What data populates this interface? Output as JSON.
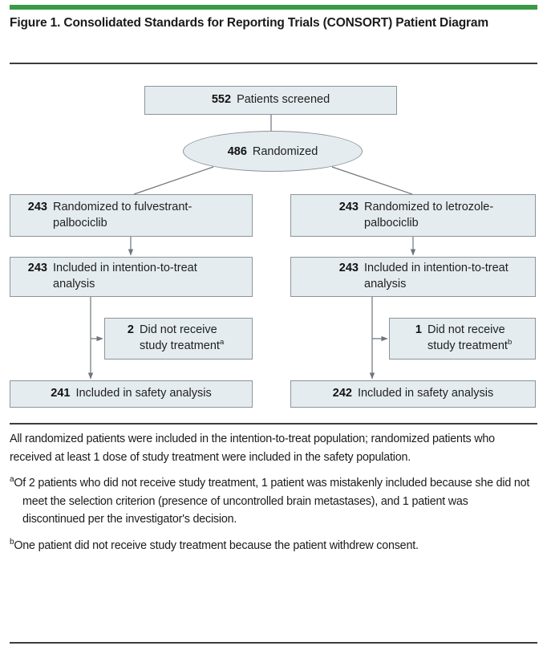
{
  "figure": {
    "title": "Figure 1. Consolidated Standards for Reporting Trials (CONSORT) Patient Diagram",
    "accent_color": "#3a9a45",
    "node_fill": "#e5ecf0",
    "node_border": "#8d9499",
    "rule_color": "#3d3d3d"
  },
  "chart_data": {
    "type": "diagram",
    "diagram_kind": "CONSORT flow diagram",
    "title": "Figure 1. Consolidated Standards for Reporting Trials (CONSORT) Patient Diagram",
    "nodes": [
      {
        "id": "screened",
        "shape": "rect",
        "count": "552",
        "label": "Patients screened"
      },
      {
        "id": "randomized",
        "shape": "ellipse",
        "count": "486",
        "label": "Randomized"
      },
      {
        "id": "left-rand",
        "shape": "rect",
        "count": "243",
        "label": "Randomized to fulvestrant-palbociclib"
      },
      {
        "id": "right-rand",
        "shape": "rect",
        "count": "243",
        "label": "Randomized to letrozole-palbociclib"
      },
      {
        "id": "left-itt",
        "shape": "rect",
        "count": "243",
        "label": "Included in intention-to-treat analysis"
      },
      {
        "id": "right-itt",
        "shape": "rect",
        "count": "243",
        "label": "Included in intention-to-treat analysis"
      },
      {
        "id": "left-dnr",
        "shape": "rect",
        "count": "2",
        "label": "Did not receive study treatment",
        "footnote": "a"
      },
      {
        "id": "right-dnr",
        "shape": "rect",
        "count": "1",
        "label": "Did not receive study treatment",
        "footnote": "b"
      },
      {
        "id": "left-safety",
        "shape": "rect",
        "count": "241",
        "label": "Included in safety analysis"
      },
      {
        "id": "right-safety",
        "shape": "rect",
        "count": "242",
        "label": "Included in safety analysis"
      }
    ],
    "edges": [
      {
        "from": "screened",
        "to": "randomized",
        "style": "line"
      },
      {
        "from": "randomized",
        "to": "left-rand",
        "style": "diagonal"
      },
      {
        "from": "randomized",
        "to": "right-rand",
        "style": "diagonal"
      },
      {
        "from": "left-rand",
        "to": "left-itt",
        "style": "arrow"
      },
      {
        "from": "right-rand",
        "to": "right-itt",
        "style": "arrow"
      },
      {
        "from": "left-itt",
        "to": "left-dnr",
        "style": "arrow"
      },
      {
        "from": "right-itt",
        "to": "right-dnr",
        "style": "arrow"
      },
      {
        "from": "left-itt",
        "to": "left-safety",
        "style": "arrow"
      },
      {
        "from": "right-itt",
        "to": "right-safety",
        "style": "arrow"
      }
    ]
  },
  "nodes": {
    "screened": {
      "count": "552",
      "label": "Patients screened"
    },
    "randomized": {
      "count": "486",
      "label": "Randomized"
    },
    "left_rand": {
      "count": "243",
      "label": "Randomized to fulvestrant-palbociclib"
    },
    "right_rand": {
      "count": "243",
      "label": "Randomized to letrozole-palbociclib"
    },
    "left_itt": {
      "count": "243",
      "label": "Included in intention-to-treat analysis"
    },
    "right_itt": {
      "count": "243",
      "label": "Included in intention-to-treat analysis"
    },
    "left_dnr": {
      "count": "2",
      "label": "Did not receive study treatment",
      "footnote": "a"
    },
    "right_dnr": {
      "count": "1",
      "label": "Did not receive study treatment",
      "footnote": "b"
    },
    "left_safety": {
      "count": "241",
      "label": "Included in safety analysis"
    },
    "right_safety": {
      "count": "242",
      "label": "Included in safety analysis"
    }
  },
  "notes": {
    "general": "All randomized patients were included in the intention-to-treat population; randomized patients who received at least 1 dose of study treatment were included in the safety population.",
    "footnote_a_marker": "a",
    "footnote_a": "Of 2 patients who did not receive study treatment, 1 patient was mistakenly included because she did not meet the selection criterion (presence of uncontrolled brain metastases), and 1 patient was discontinued per the investigator's decision.",
    "footnote_b_marker": "b",
    "footnote_b": "One patient did not receive study treatment because the patient withdrew consent."
  }
}
